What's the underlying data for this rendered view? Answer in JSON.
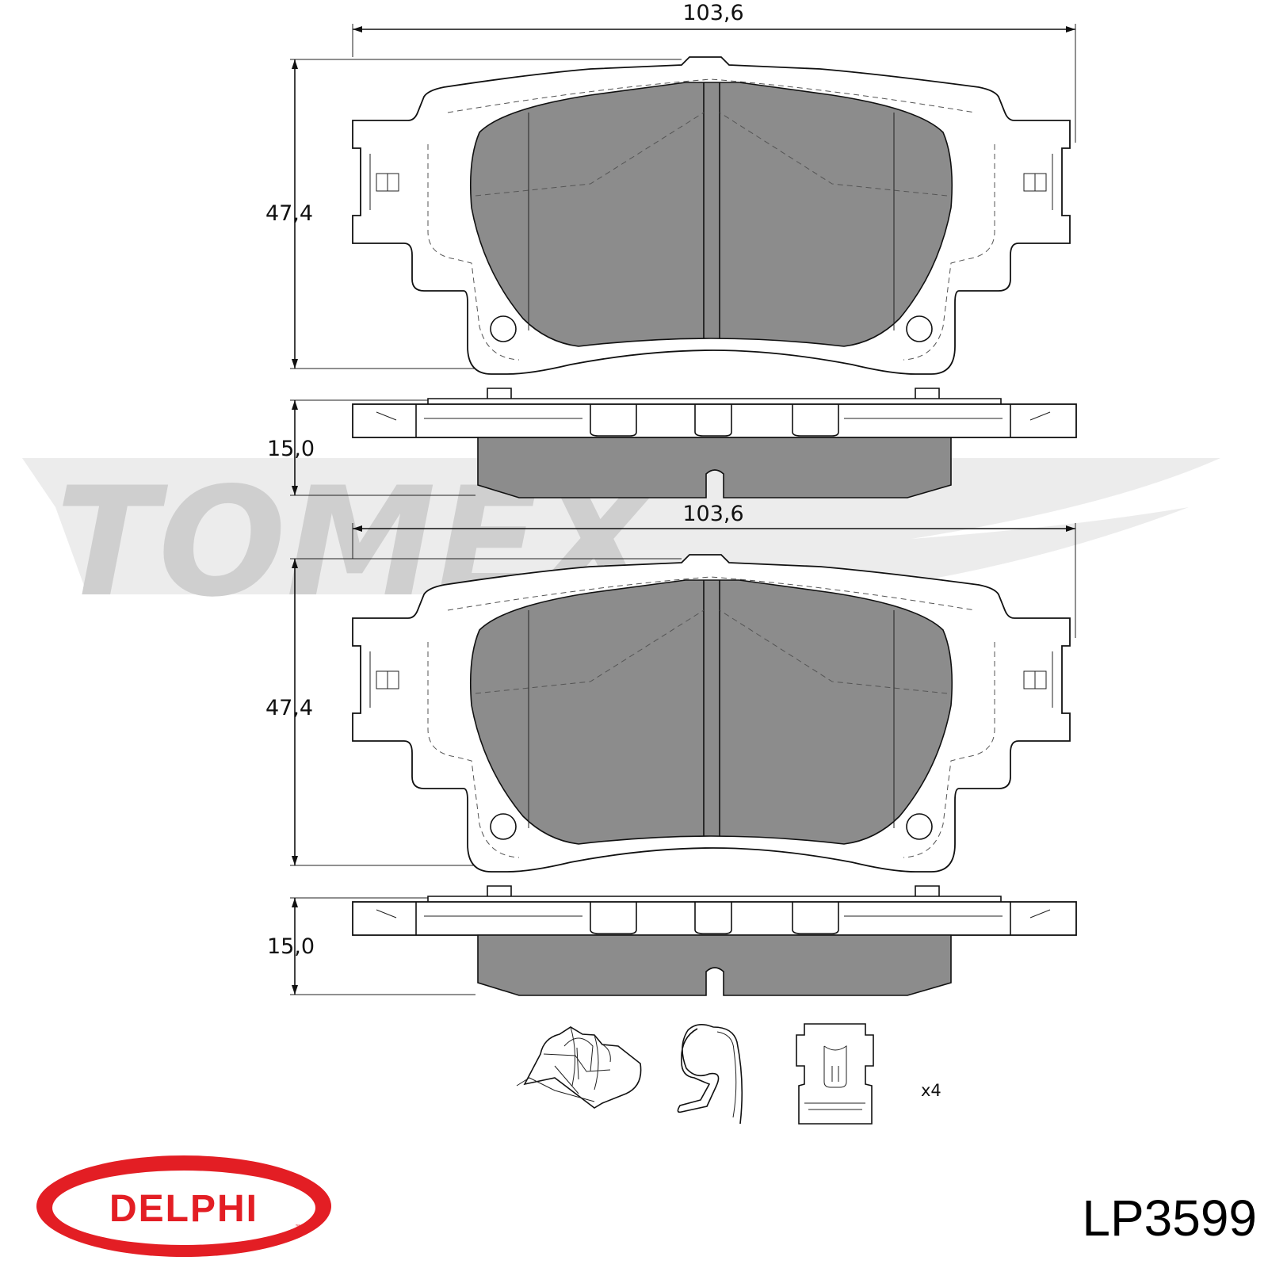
{
  "drawings": [
    {
      "width_label": "103,6",
      "height_label": "47,4",
      "thickness_label": "15,0"
    },
    {
      "width_label": "103,6",
      "height_label": "47,4",
      "thickness_label": "15,0"
    }
  ],
  "accessories": {
    "quantity_label": "x4"
  },
  "watermark": {
    "brand": "TOMEX",
    "subtitle": "brakes"
  },
  "brand_logo": {
    "text": "DELPHI",
    "color": "#e31e24"
  },
  "part_number": "LP3599",
  "colors": {
    "friction": "#8c8c8c",
    "watermark": "#d4d4d4",
    "line": "#111111"
  },
  "icons": [
    "pad-front-view",
    "pad-side-view",
    "spring-clip-icon",
    "wire-clip-icon",
    "shim-clip-icon"
  ]
}
